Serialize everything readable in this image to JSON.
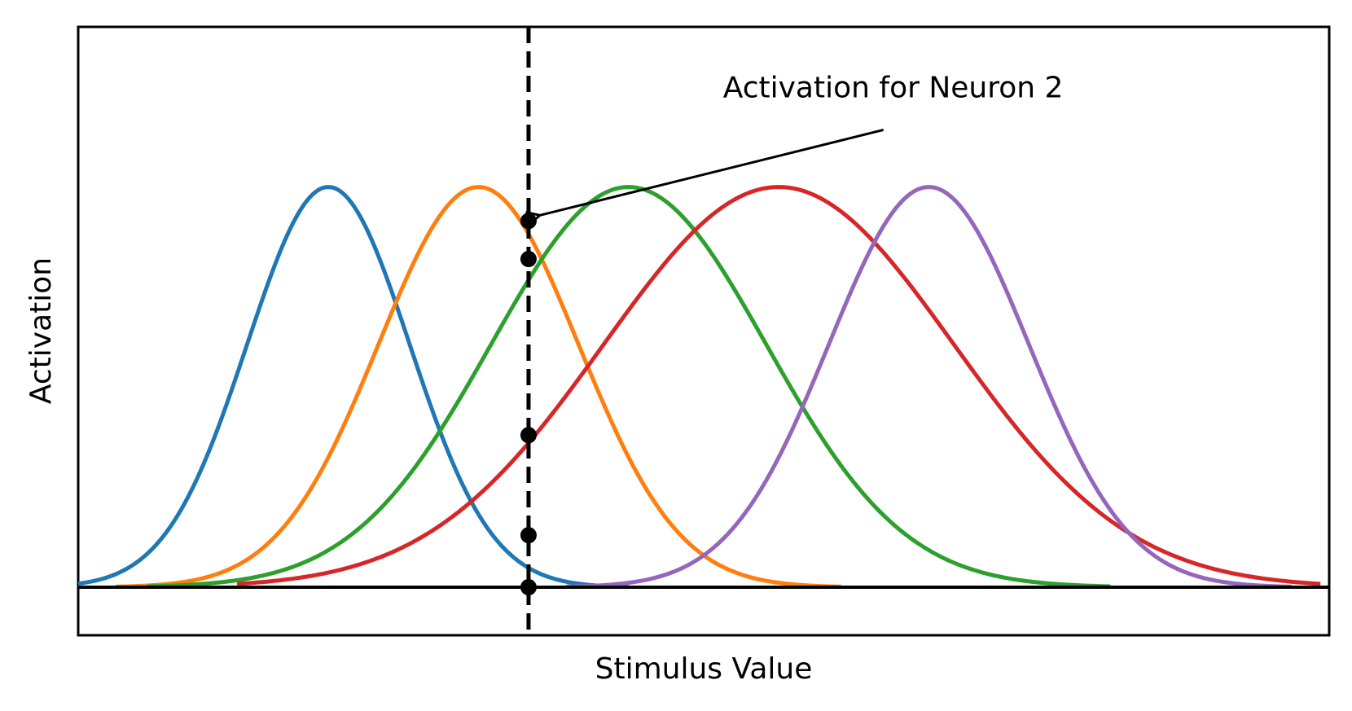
{
  "chart_data": {
    "type": "line",
    "title": "",
    "xlabel": "Stimulus Value",
    "ylabel": "Activation",
    "xlim": [
      0,
      1
    ],
    "ylim": [
      -0.12,
      1.4
    ],
    "grid": false,
    "legend": "none",
    "axis_ticks": "none",
    "baseline": {
      "y": 0,
      "color": "#000000"
    },
    "stimulus_line": {
      "x": 0.36,
      "style": "dashed",
      "color": "#000000"
    },
    "series": [
      {
        "color": "#1f77b4",
        "mu": 0.2,
        "sigma": 0.065,
        "peak": 1,
        "x_start": 0.0,
        "x_end": 0.44
      },
      {
        "color": "#ff7f0e",
        "mu": 0.32,
        "sigma": 0.08,
        "peak": 1,
        "x_start": 0.03,
        "x_end": 0.61
      },
      {
        "color": "#2ca02c",
        "mu": 0.44,
        "sigma": 0.11,
        "peak": 1,
        "x_start": 0.055,
        "x_end": 0.825
      },
      {
        "color": "#d62728",
        "mu": 0.56,
        "sigma": 0.14,
        "peak": 1,
        "x_start": 0.127,
        "x_end": 0.993
      },
      {
        "color": "#9467bd",
        "mu": 0.68,
        "sigma": 0.08,
        "peak": 1,
        "x_start": 0.39,
        "x_end": 0.97
      }
    ],
    "markers": [
      {
        "x": 0.36,
        "y": 0.915
      },
      {
        "x": 0.36,
        "y": 0.82
      },
      {
        "x": 0.36,
        "y": 0.38
      },
      {
        "x": 0.36,
        "y": 0.13
      },
      {
        "x": 0.36,
        "y": 0.0
      }
    ],
    "annotation": {
      "text": "Activation for Neuron 2",
      "target": {
        "x": 0.36,
        "y": 0.915
      },
      "text_anchor": {
        "x": 0.52,
        "y": 1.22
      }
    }
  }
}
